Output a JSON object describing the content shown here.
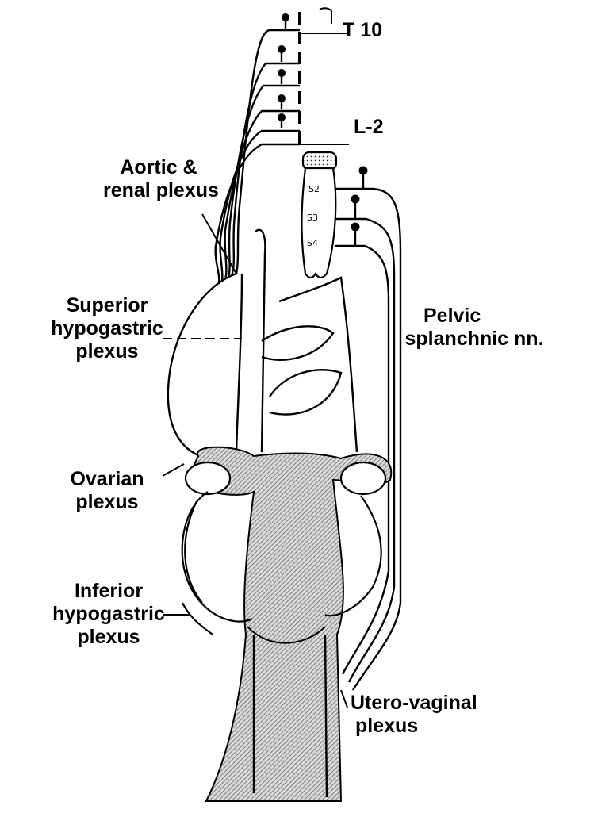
{
  "levels": {
    "t10": "T 10",
    "l2": "L-2"
  },
  "segments": [
    "S2",
    "S3",
    "S4"
  ],
  "labels": {
    "aortic": [
      "Aortic &",
      "renal plexus"
    ],
    "superior": [
      "Superior",
      "hypogastric",
      "plexus"
    ],
    "ovarian": [
      "Ovarian",
      "plexus"
    ],
    "inferior": [
      "Inferior",
      "hypogastric",
      "plexus"
    ],
    "pelvic": [
      "Pelvic",
      "splanchnic nn."
    ],
    "uterovaginal": [
      "Utero-vaginal",
      "plexus"
    ]
  },
  "colors": {
    "ink": "#000000",
    "background": "#ffffff",
    "hatch": "#9a9a9a"
  }
}
